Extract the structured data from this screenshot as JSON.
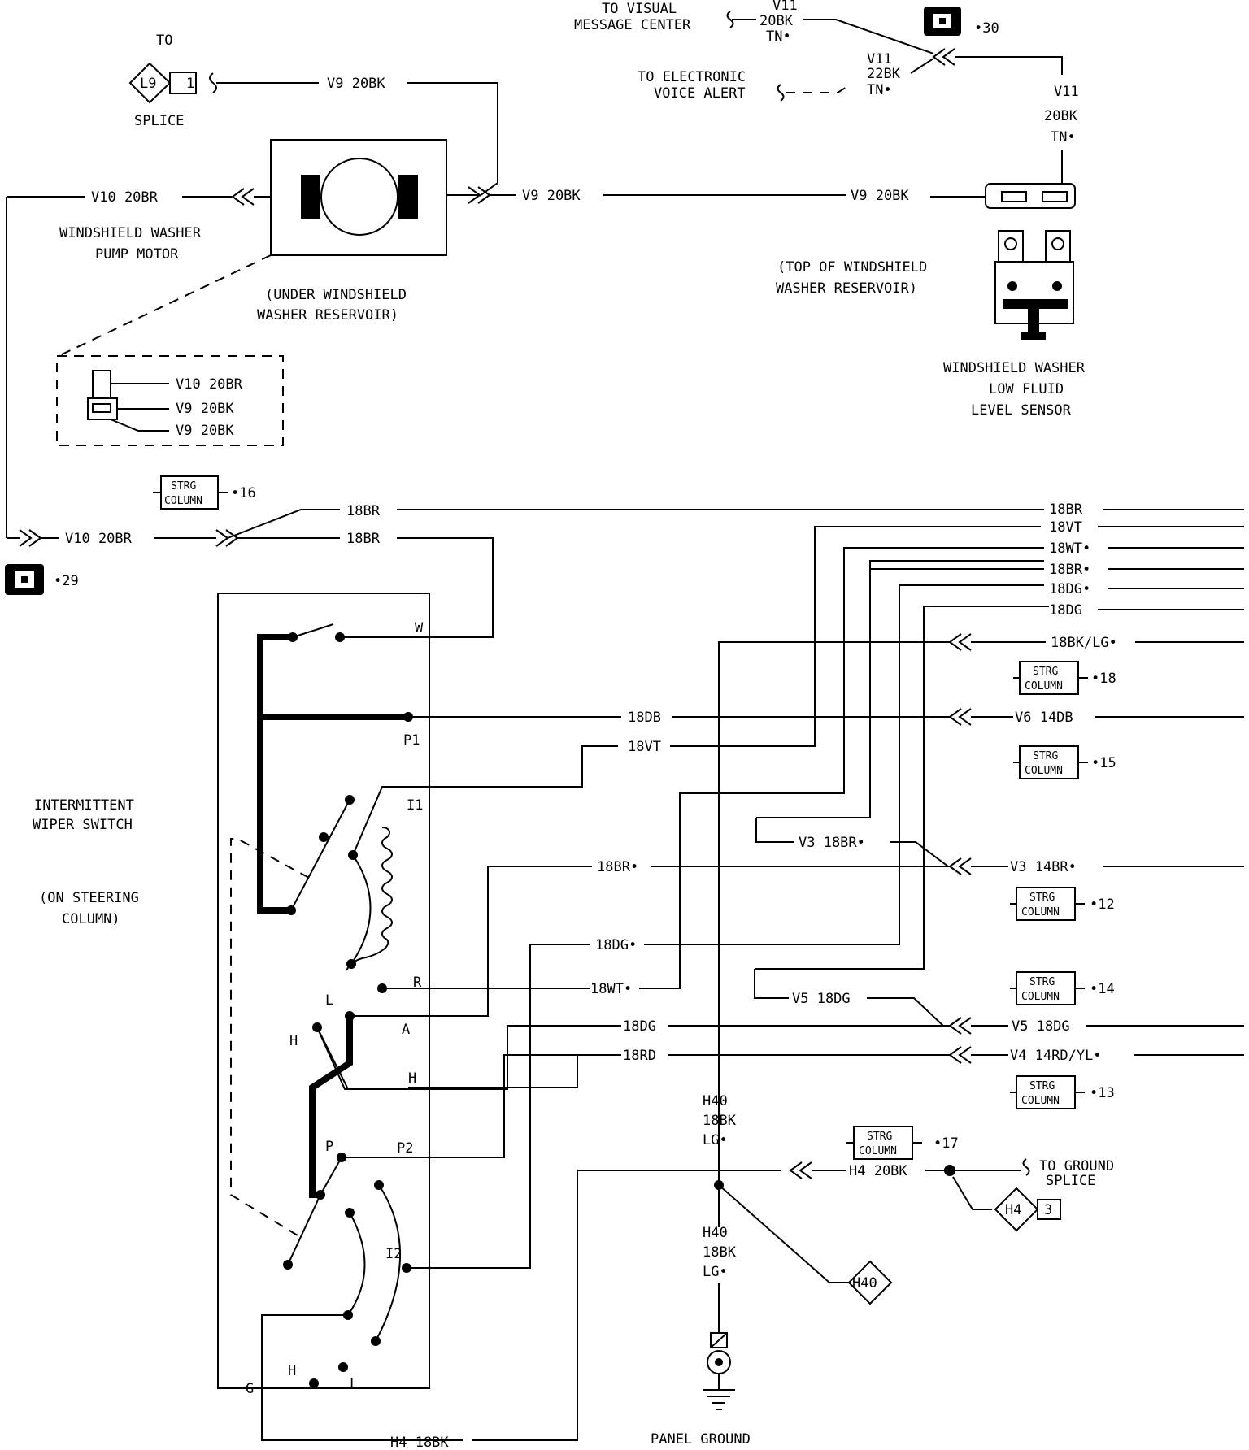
{
  "top": {
    "to_label": "TO",
    "splice_label": "SPLICE",
    "l9_code": "L9",
    "l9_pin": "1",
    "to_visual_line1": "TO VISUAL",
    "to_visual_line2": "MESSAGE CENTER",
    "to_voice_line1": "TO ELECTRONIC",
    "to_voice_line2": "VOICE ALERT",
    "ref_30": "•30",
    "ref_29": "•29"
  },
  "wires": {
    "v11_a": "V11",
    "v11_a2": "20BK",
    "v11_a3": "TN•",
    "v11_b": "V11",
    "v11_b2": "22BK",
    "v11_b3": "TN•",
    "v11_c": "V11",
    "v11_c2": "20BK",
    "v11_c3": "TN•",
    "v9_top": "V9 20BK",
    "v9_mid": "V9 20BK",
    "v9_right": "V9 20BK",
    "v10_top": "V10 20BR",
    "v10_bottom": "V10 20BR",
    "conn_v10": "V10 20BR",
    "conn_v9a": "V9 20BK",
    "conn_v9b": "V9 20BK"
  },
  "components": {
    "pump_line1": "WINDSHIELD WASHER",
    "pump_line2": "PUMP MOTOR",
    "under_line1": "(UNDER WINDSHIELD",
    "under_line2": "WASHER RESERVOIR)",
    "top_line1": "(TOP OF WINDSHIELD",
    "top_line2": "WASHER RESERVOIR)",
    "sensor_line1": "WINDSHIELD WASHER",
    "sensor_line2": "LOW FLUID",
    "sensor_line3": "LEVEL SENSOR",
    "switch_line1": "INTERMITTENT",
    "switch_line2": "WIPER SWITCH",
    "steer_line1": "(ON STEERING",
    "steer_line2": "COLUMN)",
    "panel_ground": "PANEL GROUND"
  },
  "strg": {
    "line1": "STRG",
    "line2": "COLUMN",
    "ref16": "•16",
    "ref18": "•18",
    "ref15": "•15",
    "ref12": "•12",
    "ref14": "•14",
    "ref13": "•13",
    "ref17": "•17"
  },
  "right_wires": {
    "r1": "18BR",
    "r2": "18VT",
    "r3": "18WT•",
    "r4": "18BR•",
    "r5": "18DG•",
    "r6": "18DG",
    "r7": "18BK/LG•",
    "r8": "V6 14DB",
    "r9": "V3 14BR•",
    "r10": "V5 18DG",
    "r11": "V4 14RD/YL•"
  },
  "inner_wires": {
    "i_18br_top": "18BR",
    "i_18br_2": "18BR",
    "i_18db": "18DB",
    "i_18vt": "18VT",
    "i_v3": "V3 18BR•",
    "i_18brd": "18BR•",
    "i_18dgd": "18DG•",
    "i_18wtd": "18WT•",
    "i_v5": "V5 18DG",
    "i_18dg": "18DG",
    "i_18rd": "18RD",
    "h40_a1": "H40",
    "h40_a2": "18BK",
    "h40_a3": "LG•",
    "h40_b1": "H40",
    "h40_b2": "18BK",
    "h40_b3": "LG•",
    "h4_20bk": "H4 20BK",
    "h4_18bk": "H4 18BK",
    "to_ground_1": "TO GROUND",
    "to_ground_2": "SPLICE",
    "h4_code": "H4",
    "h4_pin": "3",
    "h40_code": "H40"
  },
  "terminals": {
    "w": "W",
    "p1": "P1",
    "i1": "I1",
    "r": "R",
    "l": "L",
    "a": "A",
    "h": "H",
    "h2": "H",
    "p": "P",
    "p2": "P2",
    "i2": "I2",
    "g": "G",
    "h3": "H",
    "l2": "L"
  }
}
